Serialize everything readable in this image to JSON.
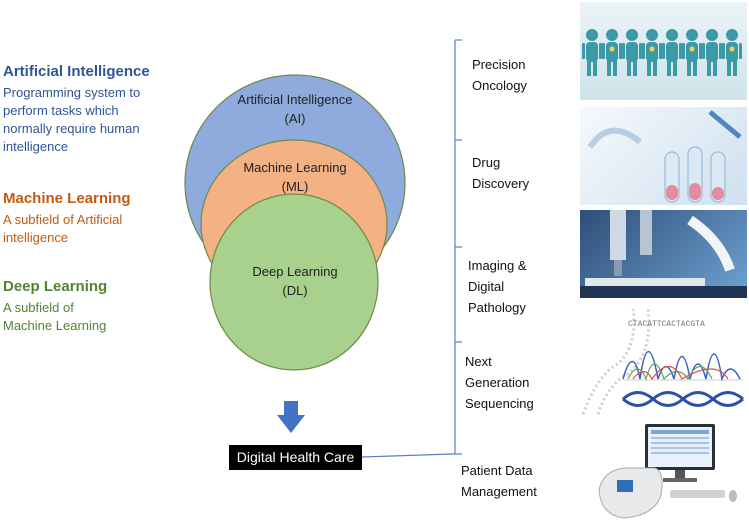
{
  "colors": {
    "ai": "#2f5597",
    "ml": "#c55a11",
    "dl": "#548235",
    "circle_ai": "#8faadc",
    "circle_ml": "#f4b183",
    "circle_dl": "#a9d18e",
    "arrow": "#4472c4",
    "connector": "#5b7fc4"
  },
  "definitions": {
    "ai": {
      "title": "Artificial Intelligence",
      "lines": [
        "Programming system to",
        "perform tasks which",
        "normally require human",
        "intelligence"
      ]
    },
    "ml": {
      "title": "Machine Learning",
      "lines": [
        "A subfield of Artificial",
        "intelligence"
      ]
    },
    "dl": {
      "title": "Deep Learning",
      "lines": [
        "A subfield of",
        "Machine Learning"
      ]
    }
  },
  "circles": {
    "ai": {
      "line1": "Artificial Intelligence",
      "line2": "(AI)"
    },
    "ml": {
      "line1": "Machine Learning",
      "line2": "(ML)"
    },
    "dl": {
      "line1": "Deep Learning",
      "line2": "(DL)"
    }
  },
  "digital_health_care": "Digital Health Care",
  "applications": [
    {
      "lines": [
        "Precision",
        "Oncology"
      ],
      "icon": "people-icon"
    },
    {
      "lines": [
        "Drug",
        "Discovery"
      ],
      "icon": "test-tubes-icon"
    },
    {
      "lines": [
        "Imaging &",
        "Digital",
        "Pathology"
      ],
      "icon": "microscope-icon"
    },
    {
      "lines": [
        "Next",
        "Generation",
        "Sequencing"
      ],
      "icon": "dna-sequence-icon"
    },
    {
      "lines": [
        "Patient Data",
        "Management"
      ],
      "icon": "computer-device-icon"
    }
  ],
  "sequence_text": "CTACATTCACTACGTA"
}
